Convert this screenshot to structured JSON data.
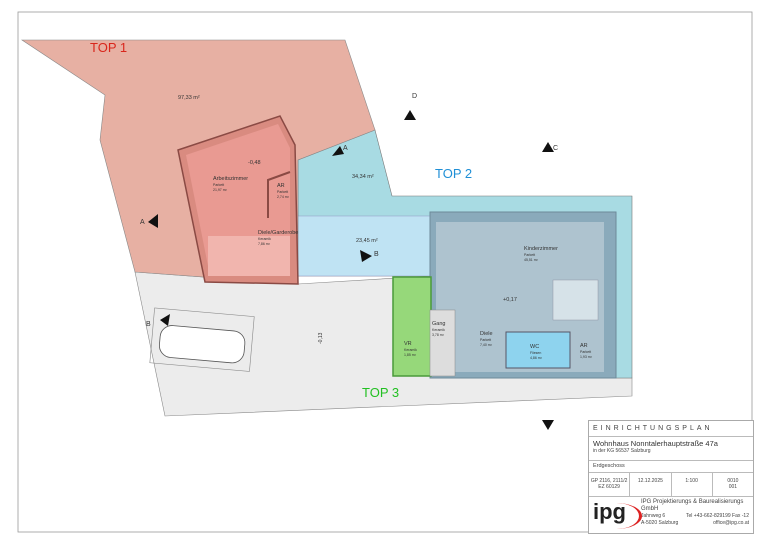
{
  "units": {
    "top1": {
      "label": "TOP 1",
      "color": "#d9261c",
      "garden_area": "97,33 m²"
    },
    "top2": {
      "label": "TOP 2",
      "color": "#1f8fd6",
      "garden_area": "34,34 m²",
      "terrace_area": "23,45 m²"
    },
    "top3": {
      "label": "TOP 3",
      "color": "#22c022"
    }
  },
  "rooms": [
    {
      "name": "Arbeitszimmer",
      "floor": "Parkett",
      "area": "21,97 m²"
    },
    {
      "name": "AR",
      "floor": "Parkett",
      "area": "2,74 m²"
    },
    {
      "name": "Diele/Garderobe",
      "floor": "Keramik",
      "area": "7,86 m²"
    },
    {
      "name": "Kinderzimmer",
      "floor": "Parkett",
      "area": "45,51 m²"
    },
    {
      "name": "Diele",
      "floor": "Parkett",
      "area": "7,40 m²"
    },
    {
      "name": "WC",
      "floor": "Fliesen",
      "area": "4,86 m²"
    },
    {
      "name": "AR",
      "floor": "Parkett",
      "area": "1,93 m²"
    },
    {
      "name": "Gang",
      "floor": "Keramik",
      "area": "3,78 m²"
    },
    {
      "name": "VR",
      "floor": "Keramik",
      "area": "1,85 m²"
    }
  ],
  "levels": {
    "top1": "-0,48",
    "top2": "+0,17",
    "outdoor": "-0,13"
  },
  "sections": {
    "a": "A",
    "b": "B",
    "c": "C",
    "d": "D"
  },
  "title_block": {
    "heading": "EINRICHTUNGSPLAN",
    "project": "Wohnhaus Nonntalerhauptstraße 47a",
    "location": "in der KG 56537 Salzburg",
    "floor": "Erdgeschoss",
    "parcel_1": "GP 2116, 2111/2",
    "parcel_2": "EZ 60129",
    "date": "12.12.2025",
    "scale": "1:100",
    "plan_no_1": "0010",
    "plan_no_2": "001",
    "logo": "ipg",
    "company": "IPG Projektierungs & Baurealisierungs GmbH",
    "street": "Jahnweg 6",
    "city": "A-5020 Salzburg",
    "phone": "Tel +43-662-829199 Fax -12",
    "email": "office@ipg.co.at"
  }
}
